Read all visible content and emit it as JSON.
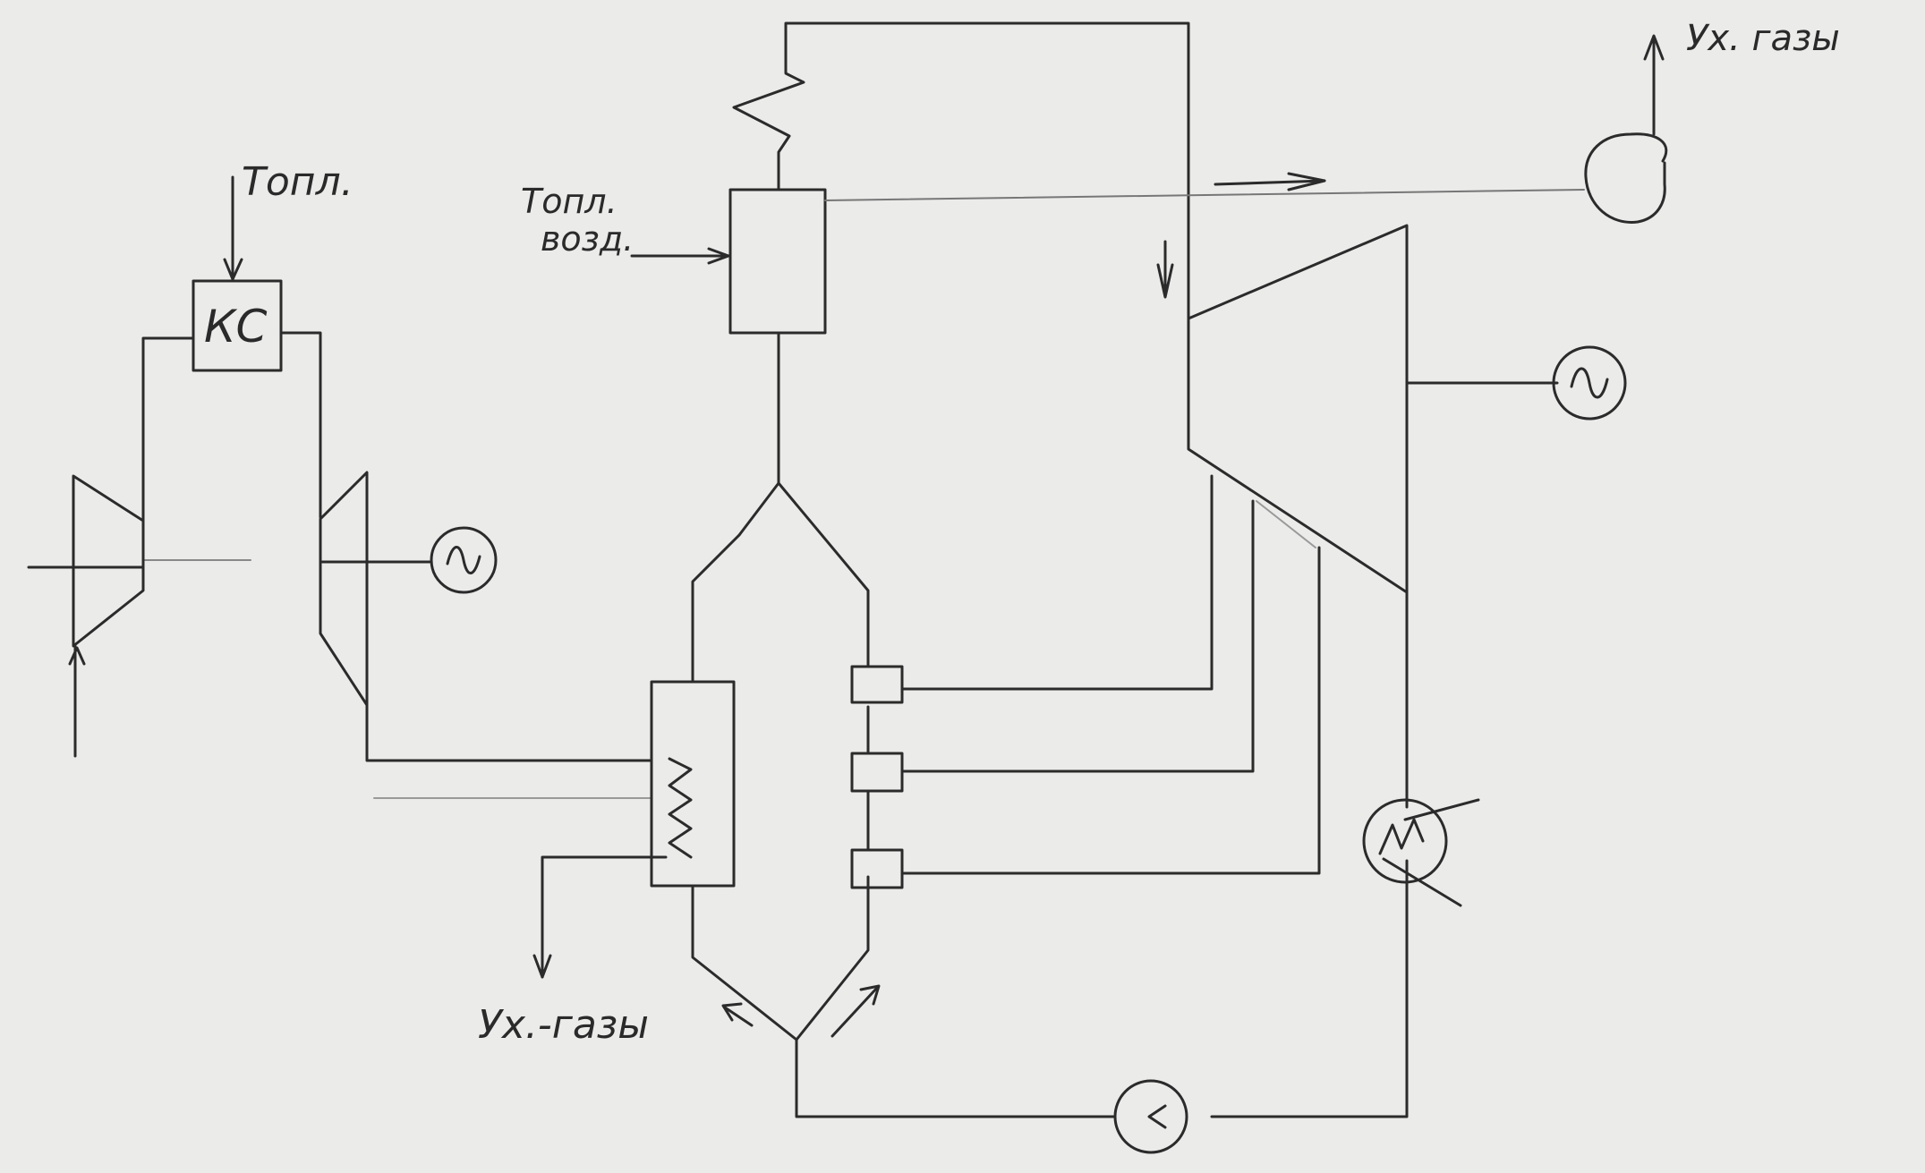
{
  "colors": {
    "ink": "#2b2b2b",
    "faint_ink": "#777777",
    "paper": "#ebebea"
  },
  "labels": {
    "fuel_top": "Топл.",
    "combustion_chamber": "КС",
    "fuel_air_line1": "Топл.",
    "fuel_air_line2": "возд.",
    "exhaust_top": "Ух. газы",
    "exhaust_bottom": "Ух.-газы"
  },
  "icons": {
    "generator": "generator-icon",
    "pump": "pump-icon",
    "condenser": "condenser-icon",
    "fan": "exhaust-fan-icon"
  }
}
